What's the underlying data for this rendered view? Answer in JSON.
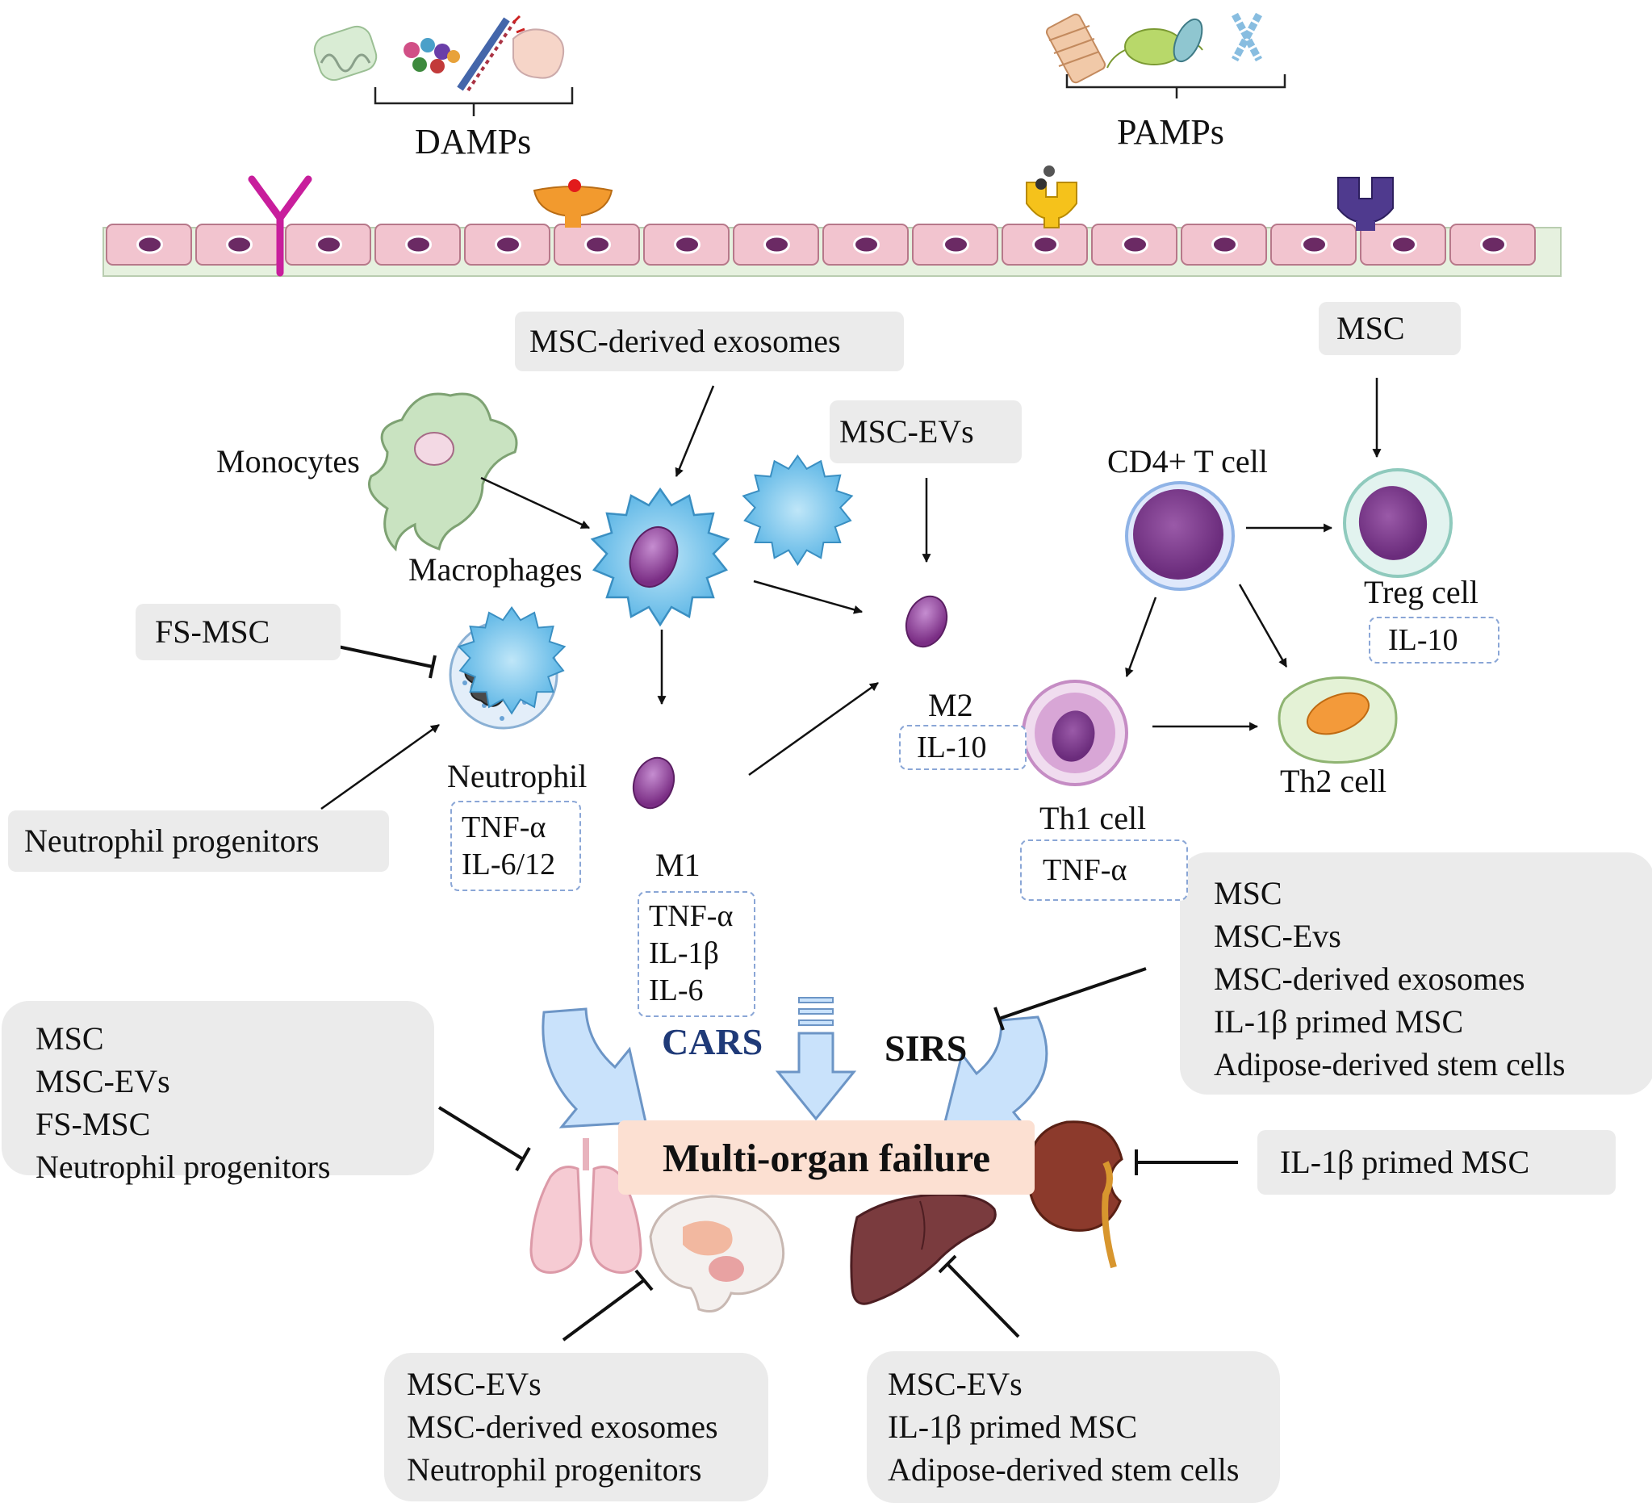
{
  "labels": {
    "damps": "DAMPs",
    "pamps": "PAMPs",
    "monocytes": "Monocytes",
    "macrophages": "Macrophages",
    "neutrophil": "Neutrophil",
    "m1": "M1",
    "m2": "M2",
    "cd4": "CD4+ T cell",
    "treg": "Treg cell",
    "th1": "Th1 cell",
    "th2": "Th2 cell",
    "cars": "CARS",
    "sirs": "SIRS",
    "mof": "Multi-organ failure"
  },
  "boxes": {
    "exosomes_top": "MSC-derived exosomes",
    "msc_top": "MSC",
    "msc_evs_mid": "MSC-EVs",
    "fs_msc": "FS-MSC",
    "neutrophil_progenitors": "Neutrophil progenitors",
    "il1b_primed_kidney": "IL-1β primed MSC",
    "left_group": [
      "MSC",
      "MSC-EVs",
      "FS-MSC",
      "Neutrophil progenitors"
    ],
    "right_group": [
      "MSC",
      "MSC-Evs",
      "MSC-derived exosomes",
      "IL-1β primed MSC",
      "Adipose-derived stem cells"
    ],
    "brain_group": [
      "MSC-EVs",
      "MSC-derived exosomes",
      "Neutrophil progenitors"
    ],
    "liver_group": [
      "MSC-EVs",
      "IL-1β primed MSC",
      "Adipose-derived stem cells"
    ]
  },
  "cytokines": {
    "neutrophil": [
      "TNF-α",
      "IL-6/12"
    ],
    "m1": [
      "TNF-α",
      "IL-1β",
      "IL-6"
    ],
    "m2": [
      "IL-10"
    ],
    "treg": [
      "IL-10"
    ],
    "th1": [
      "TNF-α"
    ]
  },
  "colors": {
    "epithelium": "#f2c4cf",
    "macrophage": "#7fc8ec",
    "nucleus": "#8a3f91",
    "arrow_fill": "#c9e2fb",
    "box_grey": "#ebebeb",
    "dash_border": "#8aa6d6",
    "mof_fill": "#fce0d2",
    "cars_text": "#1f3a78"
  }
}
